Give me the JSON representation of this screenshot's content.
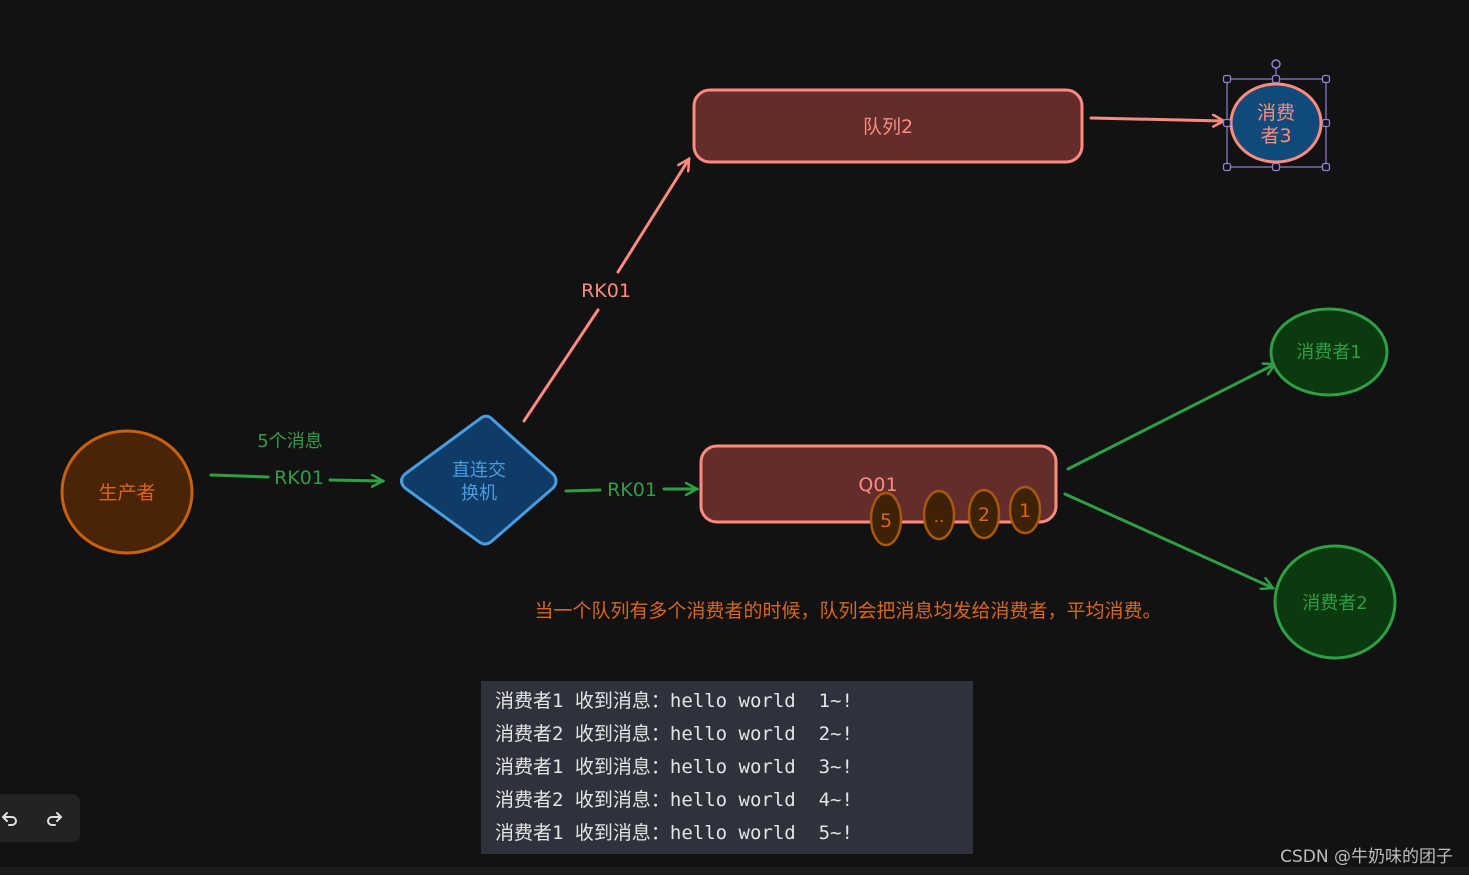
{
  "colors": {
    "background": "#121212",
    "producer_stroke": "#c8600e",
    "producer_fill": "#4a2406",
    "exchange_stroke": "#4a9be0",
    "exchange_fill": "#0e3c66",
    "queue_stroke": "#ff8a80",
    "queue_fill": "#622d2b",
    "consumer_green_stroke": "#2f9e44",
    "consumer_green_fill": "#0b3a10",
    "consumer3_fill": "#104a7a",
    "message_stroke": "#a8580b",
    "message_fill": "#3e2206",
    "green_arrow": "#2f9e44",
    "red_arrow": "#ff8a80",
    "note_color": "#d9661a",
    "selection": "#8c84d9"
  },
  "nodes": {
    "producer": "生产者",
    "exchange": "直连交换机",
    "exchange_line1": "直连交",
    "exchange_line2": "换机",
    "queue2": "队列2",
    "queue1": "Q01",
    "consumer3_line1": "消费",
    "consumer3_line2": "者3",
    "consumer1": "消费者1",
    "consumer2": "消费者2"
  },
  "edges": {
    "producer_label_top": "5个消息",
    "producer_to_exchange": "RK01",
    "exchange_to_queue2": "RK01",
    "exchange_to_queue1": "RK01"
  },
  "messages": [
    "5",
    "..",
    "2",
    "1"
  ],
  "note": "当一个队列有多个消费者的时候，队列会把消息均发给消费者，平均消费。",
  "console": {
    "lines": [
      "消费者1 收到消息：hello world  1~!",
      "消费者2 收到消息：hello world  2~!",
      "消费者1 收到消息：hello world  3~!",
      "消费者2 收到消息：hello world  4~!",
      "消费者1 收到消息：hello world  5~!"
    ]
  },
  "toolbar": {
    "undo_icon": "undo-icon",
    "redo_icon": "redo-icon"
  },
  "watermark": "CSDN @牛奶味的团子"
}
